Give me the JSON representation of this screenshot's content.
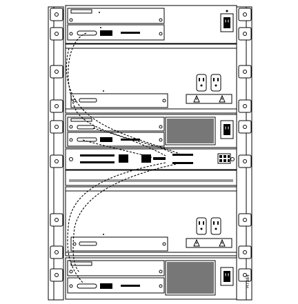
{
  "figure": {
    "id": "H7384"
  },
  "rack": {
    "units": [
      {
        "kind": "chassis",
        "name": "top-chassis"
      },
      {
        "kind": "power-shelf",
        "name": "upper-power-shelf"
      },
      {
        "kind": "chassis",
        "name": "middle-chassis"
      },
      {
        "kind": "patch-panel",
        "name": "patch-panel"
      },
      {
        "kind": "power-shelf",
        "name": "lower-power-shelf"
      },
      {
        "kind": "chassis",
        "name": "bottom-chassis"
      }
    ]
  },
  "icons": {
    "warning": "warning-triangle-icon",
    "outlet": "power-outlet-icon",
    "power_inlet": "power-inlet-icon"
  }
}
